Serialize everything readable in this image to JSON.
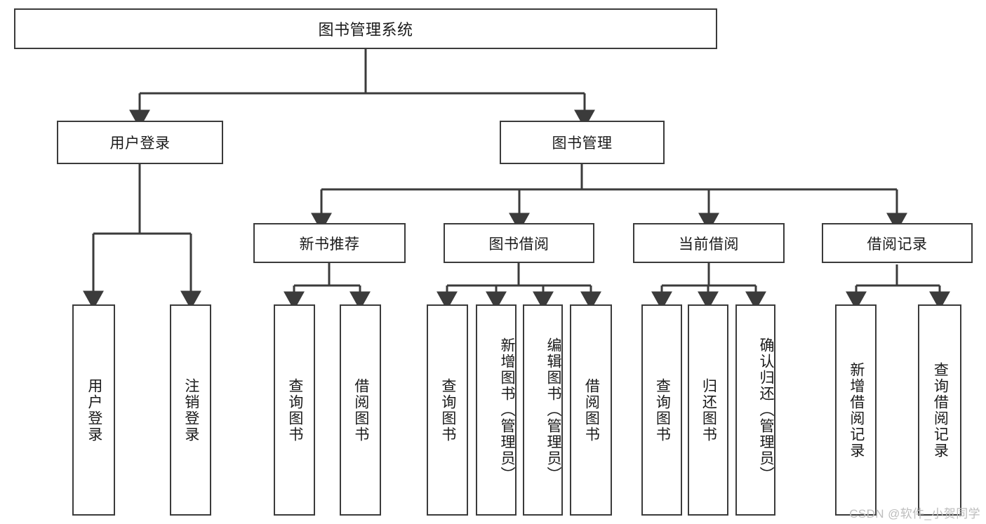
{
  "diagram": {
    "title": "图书管理系统",
    "watermark": "CSDN @软件_小贺同学",
    "line_color": "#3b3b3b",
    "box_border_color": "#3b3b3b",
    "background": "#ffffff",
    "text_color": "#1a1a1a",
    "root": {
      "label": "图书管理系统"
    },
    "level1": [
      {
        "label": "用户登录"
      },
      {
        "label": "图书管理"
      }
    ],
    "level2": [
      {
        "label": "新书推荐"
      },
      {
        "label": "图书借阅"
      },
      {
        "label": "当前借阅"
      },
      {
        "label": "借阅记录"
      }
    ],
    "leaves": {
      "user_login": [
        {
          "label": "用户登录"
        },
        {
          "label": "注销登录"
        }
      ],
      "new_book_recommend": [
        {
          "label": "查询图书"
        },
        {
          "label": "借阅图书"
        }
      ],
      "book_borrow": [
        {
          "label": "查询图书"
        },
        {
          "label": "新增图书（管理员）"
        },
        {
          "label": "编辑图书（管理员）"
        },
        {
          "label": "借阅图书"
        }
      ],
      "current_borrow": [
        {
          "label": "查询图书"
        },
        {
          "label": "归还图书"
        },
        {
          "label": "确认归还（管理员）"
        }
      ],
      "borrow_record": [
        {
          "label": "新增借阅记录"
        },
        {
          "label": "查询借阅记录"
        }
      ]
    }
  }
}
